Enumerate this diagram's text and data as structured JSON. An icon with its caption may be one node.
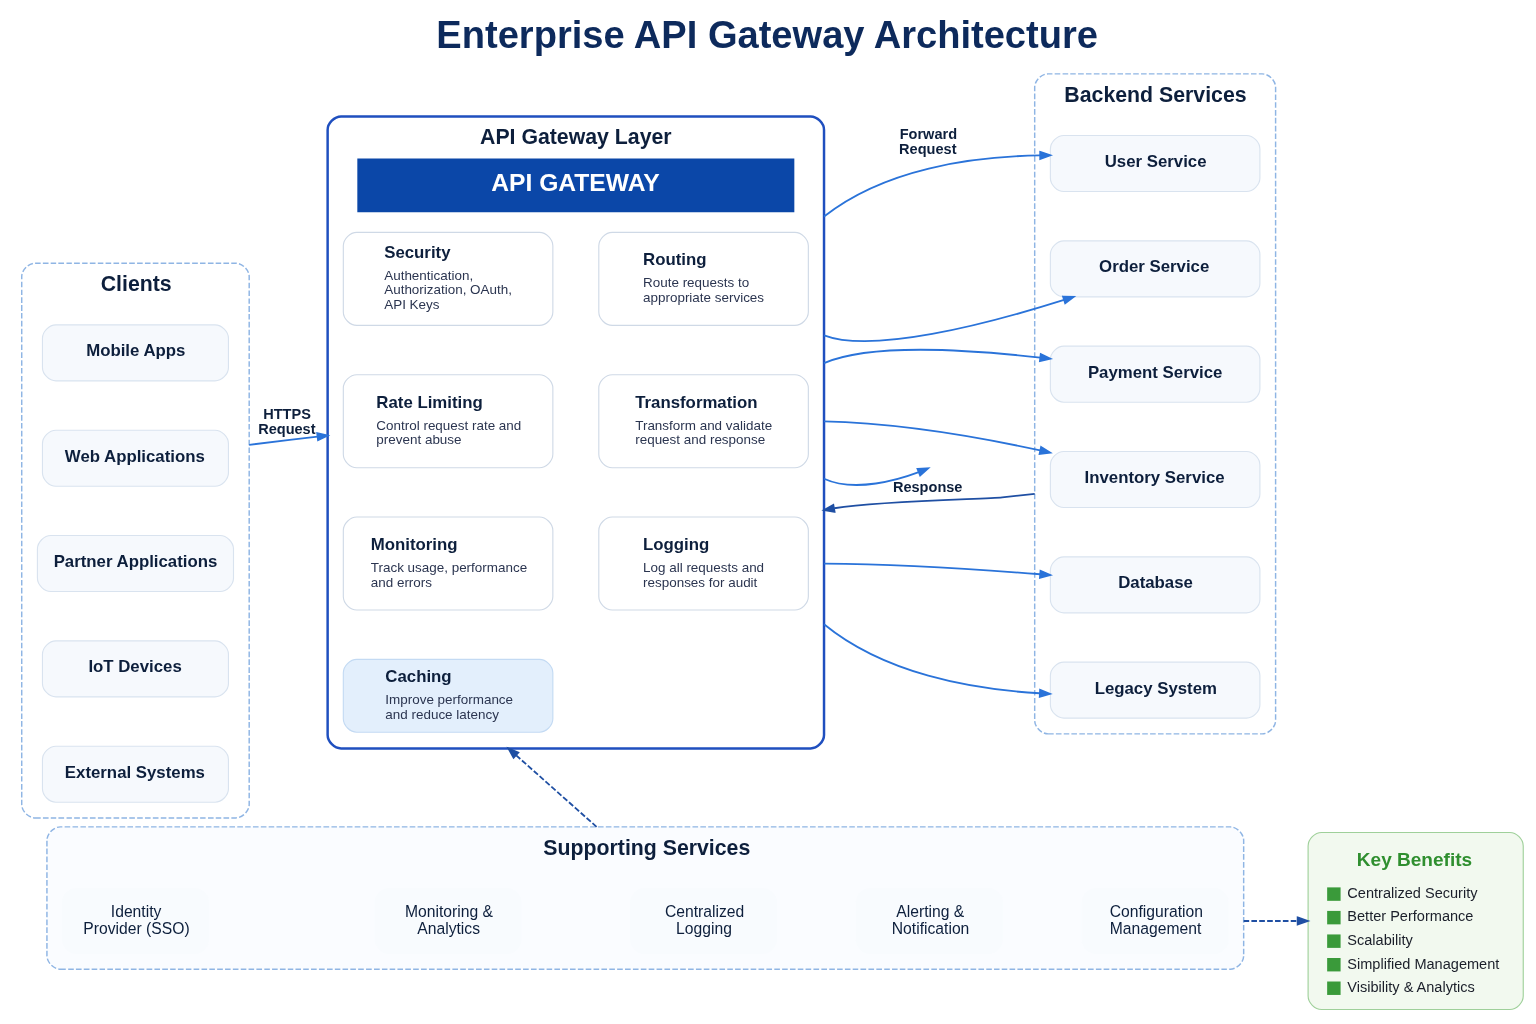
{
  "diagram": {
    "title": "Enterprise API Gateway Architecture",
    "nodes": [
      {
        "text": [
          "Clients"
        ]
      },
      {
        "text": [
          "Mobile Apps"
        ],
        "in": 0
      },
      {
        "text": [
          "Web Applications"
        ],
        "in": 0
      },
      {
        "text": [
          "Partner Applications"
        ],
        "in": 0
      },
      {
        "text": [
          "IoT Devices"
        ],
        "in": 0
      },
      {
        "text": [
          "External Systems"
        ],
        "in": 0
      },
      {
        "text": [
          "API Gateway Layer",
          "API GATEWAY"
        ]
      },
      {
        "text": [
          "Security",
          "Authentication, Authorization, OAuth, API Keys"
        ],
        "in": 6
      },
      {
        "text": [
          "Routing",
          "Route requests to appropriate services"
        ],
        "in": 6
      },
      {
        "text": [
          "Rate Limiting",
          "Control request rate and prevent abuse"
        ],
        "in": 6
      },
      {
        "text": [
          "Transformation",
          "Transform and validate request and response"
        ],
        "in": 6
      },
      {
        "text": [
          "Monitoring",
          "Track usage, performance and errors"
        ],
        "in": 6
      },
      {
        "text": [
          "Logging",
          "Log all requests and responses for audit"
        ],
        "in": 6
      },
      {
        "text": [
          "Caching",
          "Improve performance and reduce latency"
        ],
        "in": 6
      },
      {
        "text": [
          "Backend Services"
        ]
      },
      {
        "text": [
          "User Service"
        ],
        "in": 14
      },
      {
        "text": [
          "Order Service"
        ],
        "in": 14
      },
      {
        "text": [
          "Payment Service"
        ],
        "in": 14
      },
      {
        "text": [
          "Inventory Service"
        ],
        "in": 14
      },
      {
        "text": [
          "Database"
        ],
        "in": 14
      },
      {
        "text": [
          "Legacy System"
        ],
        "in": 14
      },
      {
        "text": [
          "Supporting Services"
        ]
      },
      {
        "text": [
          "Identity Provider (SSO)"
        ],
        "in": 21
      },
      {
        "text": [
          "Monitoring & Analytics"
        ],
        "in": 21
      },
      {
        "text": [
          "Centralized Logging"
        ],
        "in": 21
      },
      {
        "text": [
          "Alerting & Notification"
        ],
        "in": 21
      },
      {
        "text": [
          "Configuration Management"
        ],
        "in": 21
      },
      {
        "text": [
          "Key Benefits",
          "Centralized Security",
          "Better Performance",
          "Scalability",
          "Simplified Management",
          "Visibility & Analytics"
        ]
      }
    ],
    "edges": [
      {
        "from": 0,
        "to": 6,
        "arrow": "to",
        "label": "HTTPS Request"
      },
      {
        "from": 6,
        "to": 15,
        "arrow": "to",
        "label": "Forward Request"
      },
      {
        "from": 6,
        "to": 16,
        "arrow": "to"
      },
      {
        "from": 6,
        "to": 17,
        "arrow": "to"
      },
      {
        "from": 6,
        "to": 18,
        "arrow": "to"
      },
      {
        "from": 6,
        "to": 19,
        "arrow": "to"
      },
      {
        "from": 6,
        "to": 20,
        "arrow": "to"
      },
      {
        "from": 6,
        "to": null,
        "arrow": "to"
      },
      {
        "from": 14,
        "to": 6,
        "arrow": "to",
        "label": "Response",
        "color": "#1f4fa3"
      },
      {
        "from": 21,
        "to": 6,
        "arrow": "to",
        "style": "dashed",
        "color": "#1f4fa3"
      },
      {
        "from": 21,
        "to": 27,
        "arrow": "to",
        "style": "dashed",
        "color": "#1f4fa3"
      }
    ]
  }
}
